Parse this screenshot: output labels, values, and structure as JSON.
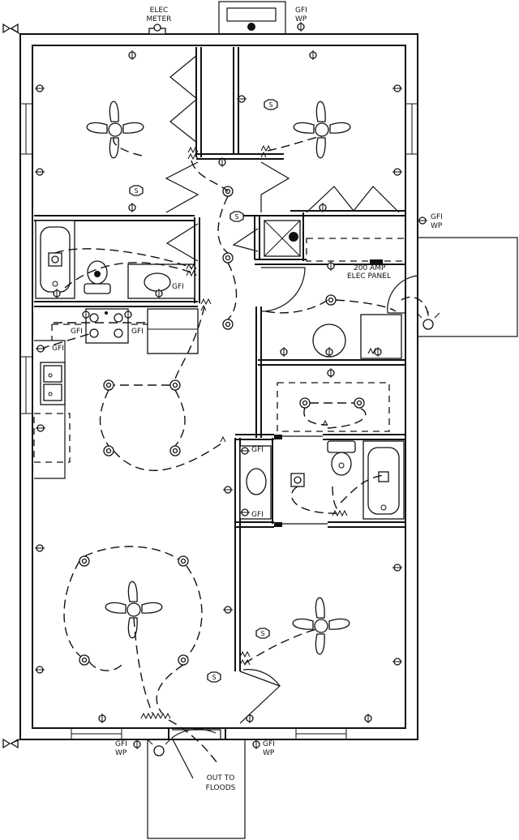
{
  "labels": {
    "elec_meter_1": "ELEC",
    "elec_meter_2": "METER",
    "gfi_wp_top_1": "GFI",
    "gfi_wp_top_2": "WP",
    "gfi_wp_right_1": "GFI",
    "gfi_wp_right_2": "WP",
    "panel_1": "200 AMP",
    "panel_2": "ELEC PANEL",
    "gfi_bath1": "GFI",
    "gfi_kitchen_left": "GFI",
    "gfi_kitchen_right": "GFI",
    "gfi_kitchen_sink": "GFI",
    "gfi_bath2_top": "GFI",
    "gfi_bath2_bottom": "GFI",
    "gfi_wp_bl_1": "GFI",
    "gfi_wp_bl_2": "WP",
    "gfi_wp_br_1": "GFI",
    "gfi_wp_br_2": "WP",
    "floods_1": "OUT TO",
    "floods_2": "FLOODS",
    "switch_mark": "S"
  }
}
